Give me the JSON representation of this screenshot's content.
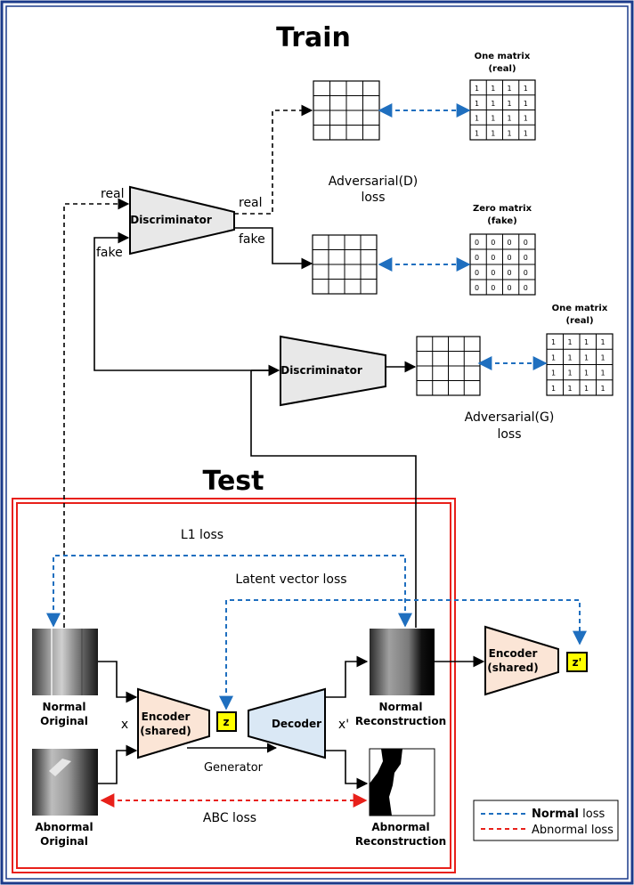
{
  "titles": {
    "train": "Train",
    "test": "Test"
  },
  "discriminator": {
    "label": "Discriminator",
    "in_real": "real",
    "in_fake": "fake",
    "out_real": "real",
    "out_fake": "fake"
  },
  "discriminator2": {
    "label": "Discriminator"
  },
  "matrices": {
    "one_matrix_top": {
      "title": "One matrix",
      "subtitle": "(real)",
      "values": [
        "1",
        "1",
        "1",
        "1",
        "1",
        "1",
        "1",
        "1",
        "1",
        "1",
        "1",
        "1",
        "1",
        "1",
        "1",
        "1"
      ]
    },
    "zero_matrix": {
      "title": "Zero matrix",
      "subtitle": "(fake)",
      "values": [
        "0",
        "0",
        "0",
        "0",
        "0",
        "0",
        "0",
        "0",
        "0",
        "0",
        "0",
        "0",
        "0",
        "0",
        "0",
        "0"
      ]
    },
    "one_matrix_bottom": {
      "title": "One matrix",
      "subtitle": "(real)",
      "values": [
        "1",
        "1",
        "1",
        "1",
        "1",
        "1",
        "1",
        "1",
        "1",
        "1",
        "1",
        "1",
        "1",
        "1",
        "1",
        "1"
      ]
    }
  },
  "losses": {
    "adv_d_line1": "Adversarial(D)",
    "adv_d_line2": "loss",
    "adv_g_line1": "Adversarial(G)",
    "adv_g_line2": "loss",
    "l1": "L1 loss",
    "latent": "Latent vector loss",
    "abc": "ABC loss"
  },
  "generator": {
    "encoder_line1": "Encoder",
    "encoder_line2": "(shared)",
    "decoder": "Decoder",
    "z": "z",
    "x": "x",
    "x_prime": "x'",
    "label": "Generator"
  },
  "encoder2": {
    "line1": "Encoder",
    "line2": "(shared)",
    "z_prime": "z'"
  },
  "images": {
    "normal_original_1": "Normal",
    "normal_original_2": "Original",
    "abnormal_original_1": "Abnormal",
    "abnormal_original_2": "Original",
    "normal_recon_1": "Normal",
    "normal_recon_2": "Reconstruction",
    "abnormal_recon_1": "Abnormal",
    "abnormal_recon_2": "Reconstruction"
  },
  "legend": {
    "normal_bold": "Normal",
    "normal_rest": " loss",
    "abnormal": "Abnormal  loss",
    "normal_color": "#1f6fbf",
    "abnormal_color": "#e8201a"
  },
  "colors": {
    "frame": "#1b3a8a",
    "test_box": "#e8201a",
    "encoder_fill": "#fbe5d6",
    "decoder_fill": "#dae8f5",
    "disc_fill": "#e8e8e8",
    "z_fill": "#ffff00"
  }
}
